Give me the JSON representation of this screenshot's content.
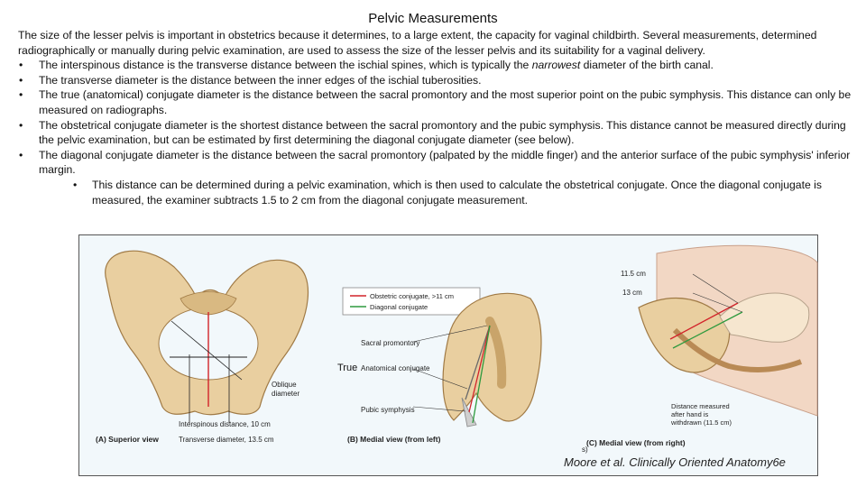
{
  "page": {
    "title": "Pelvic Measurements",
    "intro": "The size of the lesser pelvis is important in obstetrics because it determines, to a large extent, the capacity for vaginal childbirth. Several measurements, determined radiographically or manually during pelvic examination, are used to assess the size of the lesser pelvis and its suitability for a vaginal delivery.",
    "bullets": [
      {
        "before": "The interspinous distance is the transverse distance between the ischial spines, which is typically the ",
        "em": "narrowest",
        "after": " diameter of the birth canal."
      },
      {
        "text": "The transverse diameter is the distance between the inner edges of the ischial tuberosities."
      },
      {
        "text": "The true (anatomical) conjugate diameter is the distance between the sacral promontory and the most superior point on the pubic symphysis. This distance can only be measured on radiographs."
      },
      {
        "text": "The obstetrical conjugate diameter is the shortest distance between the sacral promontory and the pubic symphysis. This distance cannot be measured directly during the pelvic examination, but can be estimated by first determining the diagonal conjugate diameter (see below)."
      },
      {
        "text": "The diagonal conjugate diameter is the distance between the sacral promontory (palpated by the middle finger) and the anterior surface of the pubic symphysis' inferior margin."
      }
    ],
    "sub_bullet": "This distance can be determined during a pelvic examination, which is then used to calculate the obstetrical conjugate. Once the diagonal conjugate is measured, the examiner subtracts 1.5 to 2 cm from the diagonal conjugate measurement."
  },
  "figure": {
    "labels": {
      "legend_obstetric": "Obstetric conjugate, >11 cm",
      "legend_diagonal": "Diagonal conjugate",
      "oblique": "Oblique\ndiameter",
      "interspinous": "Interspinous distance, 10 cm",
      "transverse": "Transverse diameter, 13.5 cm",
      "view_a": "(A) Superior view",
      "sacral": "Sacral promontory",
      "true_marker": "True",
      "anatomical": "Anatomical conjugate",
      "pubic": "Pubic symphysis",
      "view_b": "(B) Medial view (from left)",
      "cm_11_5": "11.5 cm",
      "cm_13": "13 cm",
      "distance_note": "Distance measured\nafter hand is\nwithdrawn (11.5 cm)",
      "s_marker": "s)",
      "view_c": "(C) Medial view (from right)",
      "credit": "Moore et al. Clinically Oriented Anatomy6e"
    },
    "colors": {
      "obstetric": "#d2232a",
      "diagonal": "#2e9a3e",
      "anatomical": "#6a6a6a",
      "bone": "#e9cfa0",
      "bone_edge": "#a07a45",
      "background": "#f2f8fb"
    }
  }
}
